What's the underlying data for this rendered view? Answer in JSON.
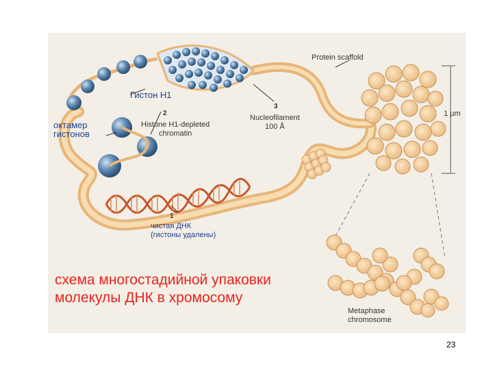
{
  "labels": {
    "histone_h1": "Гистон H1",
    "octamer_1": "октамер",
    "octamer_2": "гистонов",
    "depleted_1": "Histone H1-depleted",
    "depleted_2": "chromatin",
    "nucleofilament_1": "Nucleofilament",
    "nucleofilament_2": "100 Å",
    "protein_scaffold": "Protein scaffold",
    "scale": "1 μm",
    "naked_dna_1": "чистая ДНК",
    "naked_dna_2": "(гистоны удалены)",
    "metaphase_1": "Metaphase",
    "metaphase_2": "chromosome"
  },
  "markers": {
    "m1": "1",
    "m2": "2",
    "m3": "3"
  },
  "caption": {
    "line1": "схема многостадийной упаковки",
    "line2": "молекулы ДНК в хромосому"
  },
  "slide_number": "23",
  "colors": {
    "dna_tube": "#f1c98c",
    "dna_helix": "#c8552a",
    "nucleosome": "#4f7fa8",
    "caption": "#e8231f",
    "russian_labels": "#1d3f8f"
  }
}
